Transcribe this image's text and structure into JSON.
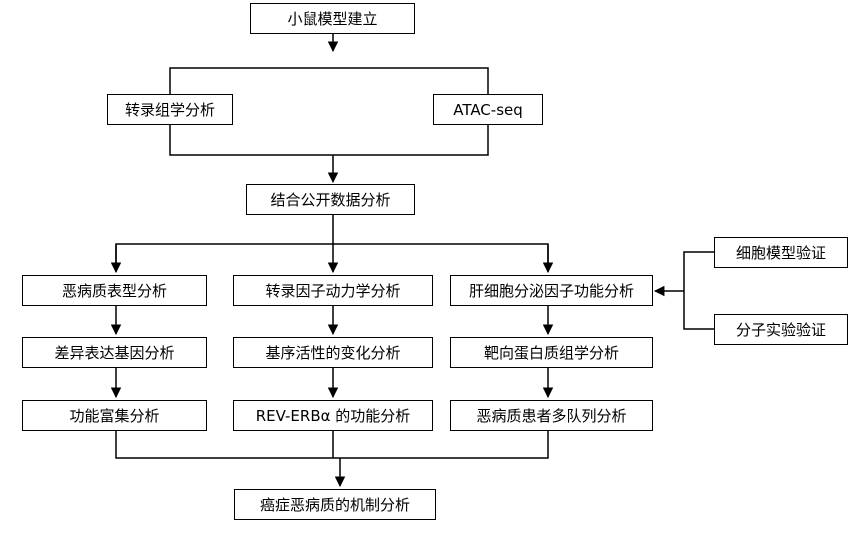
{
  "nodes": {
    "mouse_model": "小鼠模型建立",
    "transcriptome": "转录组学分析",
    "atac_seq": "ATAC-seq",
    "public_data": "结合公开数据分析",
    "phenotype": "恶病质表型分析",
    "deg": "差异表达基因分析",
    "enrichment": "功能富集分析",
    "tf_dynamics": "转录因子动力学分析",
    "motif_activity": "基序活性的变化分析",
    "rev_erb": "REV-ERBα 的功能分析",
    "secreted_factor": "肝细胞分泌因子功能分析",
    "target_proteomics": "靶向蛋白质组学分析",
    "cohort": "恶病质患者多队列分析",
    "cell_validation": "细胞模型验证",
    "molecular_validation": "分子实验验证",
    "mechanism": "癌症恶病质的机制分析"
  }
}
